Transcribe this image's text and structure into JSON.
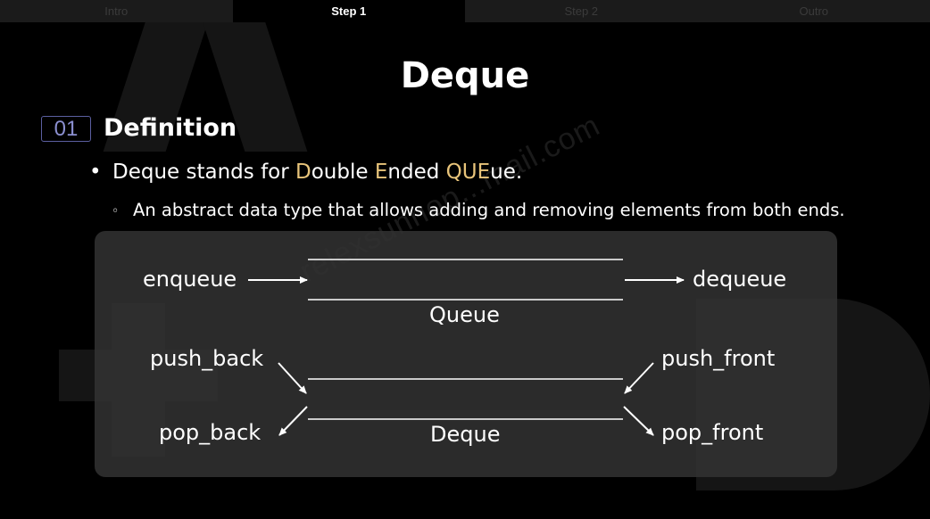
{
  "tabs": [
    {
      "label": "Intro",
      "active": false
    },
    {
      "label": "Step 1",
      "active": true
    },
    {
      "label": "Step 2",
      "active": false
    },
    {
      "label": "Outro",
      "active": false
    }
  ],
  "title": "Deque",
  "section": {
    "number": "01",
    "title": "Definition"
  },
  "bullet1": {
    "prefix": "Deque stands for ",
    "d_hl": "D",
    "d_rest": "ouble ",
    "e_hl": "E",
    "e_rest": "nded ",
    "q_hl": "QUE",
    "q_rest": "ue."
  },
  "bullet2": "An abstract data type that allows adding and removing elements from both ends.",
  "diagram": {
    "queue": {
      "label": "Queue",
      "enqueue": "enqueue",
      "dequeue": "dequeue"
    },
    "deque": {
      "label": "Deque",
      "push_back": "push_back",
      "pop_back": "pop_back",
      "push_front": "push_front",
      "pop_front": "pop_front"
    }
  },
  "watermark": "relexsunnop...mail.com",
  "colors": {
    "highlight": "#e8c47a",
    "badge": "#8b8fd0",
    "panel": "#323232",
    "background": "#000000"
  }
}
